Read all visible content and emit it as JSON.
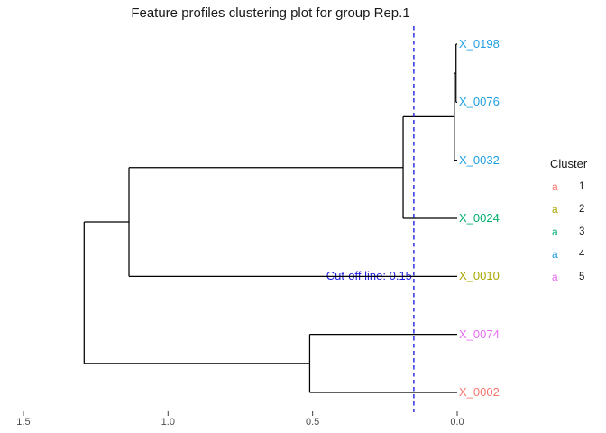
{
  "chart_data": {
    "type": "dendrogram",
    "orientation": "horizontal",
    "title": "Feature profiles clustering plot for group Rep.1",
    "line_color": "#000000",
    "leaves": [
      {
        "label": "X_0198",
        "cluster": 4,
        "color": "#1E9FE6"
      },
      {
        "label": "X_0076",
        "cluster": 4,
        "color": "#1E9FE6"
      },
      {
        "label": "X_0032",
        "cluster": 4,
        "color": "#1E9FE6"
      },
      {
        "label": "X_0024",
        "cluster": 3,
        "color": "#00AE6C"
      },
      {
        "label": "X_0010",
        "cluster": 2,
        "color": "#A8A800"
      },
      {
        "label": "X_0074",
        "cluster": 5,
        "color": "#E76BF3"
      },
      {
        "label": "X_0002",
        "cluster": 1,
        "color": "#F8766D"
      }
    ],
    "merges": [
      {
        "children": [
          {
            "leaf": 0
          },
          {
            "leaf": 1
          }
        ],
        "height": 0.004
      },
      {
        "children": [
          {
            "merge": 0
          },
          {
            "leaf": 2
          }
        ],
        "height": 0.01
      },
      {
        "children": [
          {
            "merge": 1
          },
          {
            "leaf": 3
          }
        ],
        "height": 0.187
      },
      {
        "children": [
          {
            "merge": 2
          },
          {
            "leaf": 4
          }
        ],
        "height": 1.135
      },
      {
        "children": [
          {
            "leaf": 5
          },
          {
            "leaf": 6
          }
        ],
        "height": 0.51
      },
      {
        "children": [
          {
            "merge": 3
          },
          {
            "merge": 4
          }
        ],
        "height": 1.29
      }
    ],
    "cutoff": {
      "value": 0.15,
      "label": "Cut-off line: 0.15",
      "line_color": "#2222E0",
      "text_color": "#2222E0"
    },
    "axis": {
      "ticks": [
        "1.5",
        "1.0",
        "0.5",
        "0.0"
      ],
      "values": [
        1.5,
        1.0,
        0.5,
        0.0
      ],
      "range": [
        0,
        1.55
      ],
      "tick_color": "#404040",
      "label_color": "#4d4d4d"
    },
    "legend": {
      "title": "Cluster",
      "key_glyph": "a",
      "items": [
        {
          "key": "a",
          "label": "1",
          "color": "#F8766D"
        },
        {
          "key": "a",
          "label": "2",
          "color": "#A8A800"
        },
        {
          "key": "a",
          "label": "3",
          "color": "#00AE6C"
        },
        {
          "key": "a",
          "label": "4",
          "color": "#1E9FE6"
        },
        {
          "key": "a",
          "label": "5",
          "color": "#E76BF3"
        }
      ]
    }
  }
}
